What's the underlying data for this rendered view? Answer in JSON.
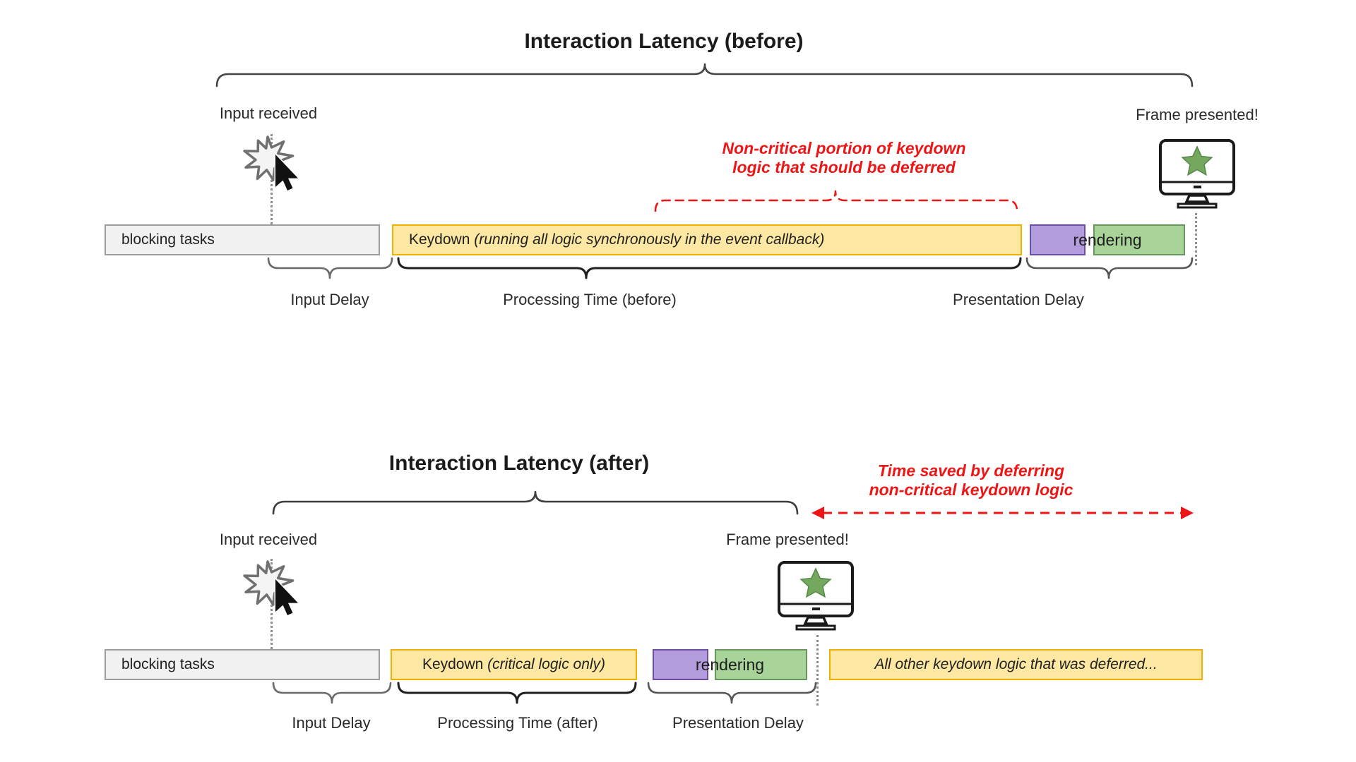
{
  "colors": {
    "bar-yellow-fill": "#FCE8A3",
    "bar-yellow-border": "#F0B000",
    "bar-gray-fill": "#F1F1F1",
    "bar-gray-border": "#9C9C9C",
    "bar-purple-fill": "#B29CDB",
    "bar-purple-border": "#6C4FA1",
    "bar-green-fill": "#A8D49A",
    "bar-green-border": "#67975C",
    "annotation-red": "#ED1515",
    "star-green": "#74A85F",
    "text-dark": "#212121"
  },
  "before": {
    "title": "Interaction Latency (before)",
    "input_received": "Input received",
    "frame_presented": "Frame presented!",
    "annotation": {
      "line1": "Non-critical portion of keydown",
      "line2": "logic that should be deferred"
    },
    "bars": {
      "blocking": "blocking tasks",
      "keydown_prefix": "Keydown ",
      "keydown_italic": "(running all logic synchronously in the event callback)",
      "rendering": "rendering"
    },
    "labels": {
      "input_delay": "Input Delay",
      "processing": "Processing Time (before)",
      "presentation": "Presentation Delay"
    }
  },
  "after": {
    "title": "Interaction Latency (after)",
    "input_received": "Input received",
    "frame_presented": "Frame presented!",
    "annotation": {
      "line1": "Time saved by deferring",
      "line2": "non-critical keydown logic"
    },
    "bars": {
      "blocking": "blocking tasks",
      "keydown_prefix": "Keydown ",
      "keydown_italic": "(critical logic only)",
      "rendering": "rendering",
      "deferred": "All other keydown logic that was deferred..."
    },
    "labels": {
      "input_delay": "Input Delay",
      "processing": "Processing Time (after)",
      "presentation": "Presentation Delay"
    }
  }
}
